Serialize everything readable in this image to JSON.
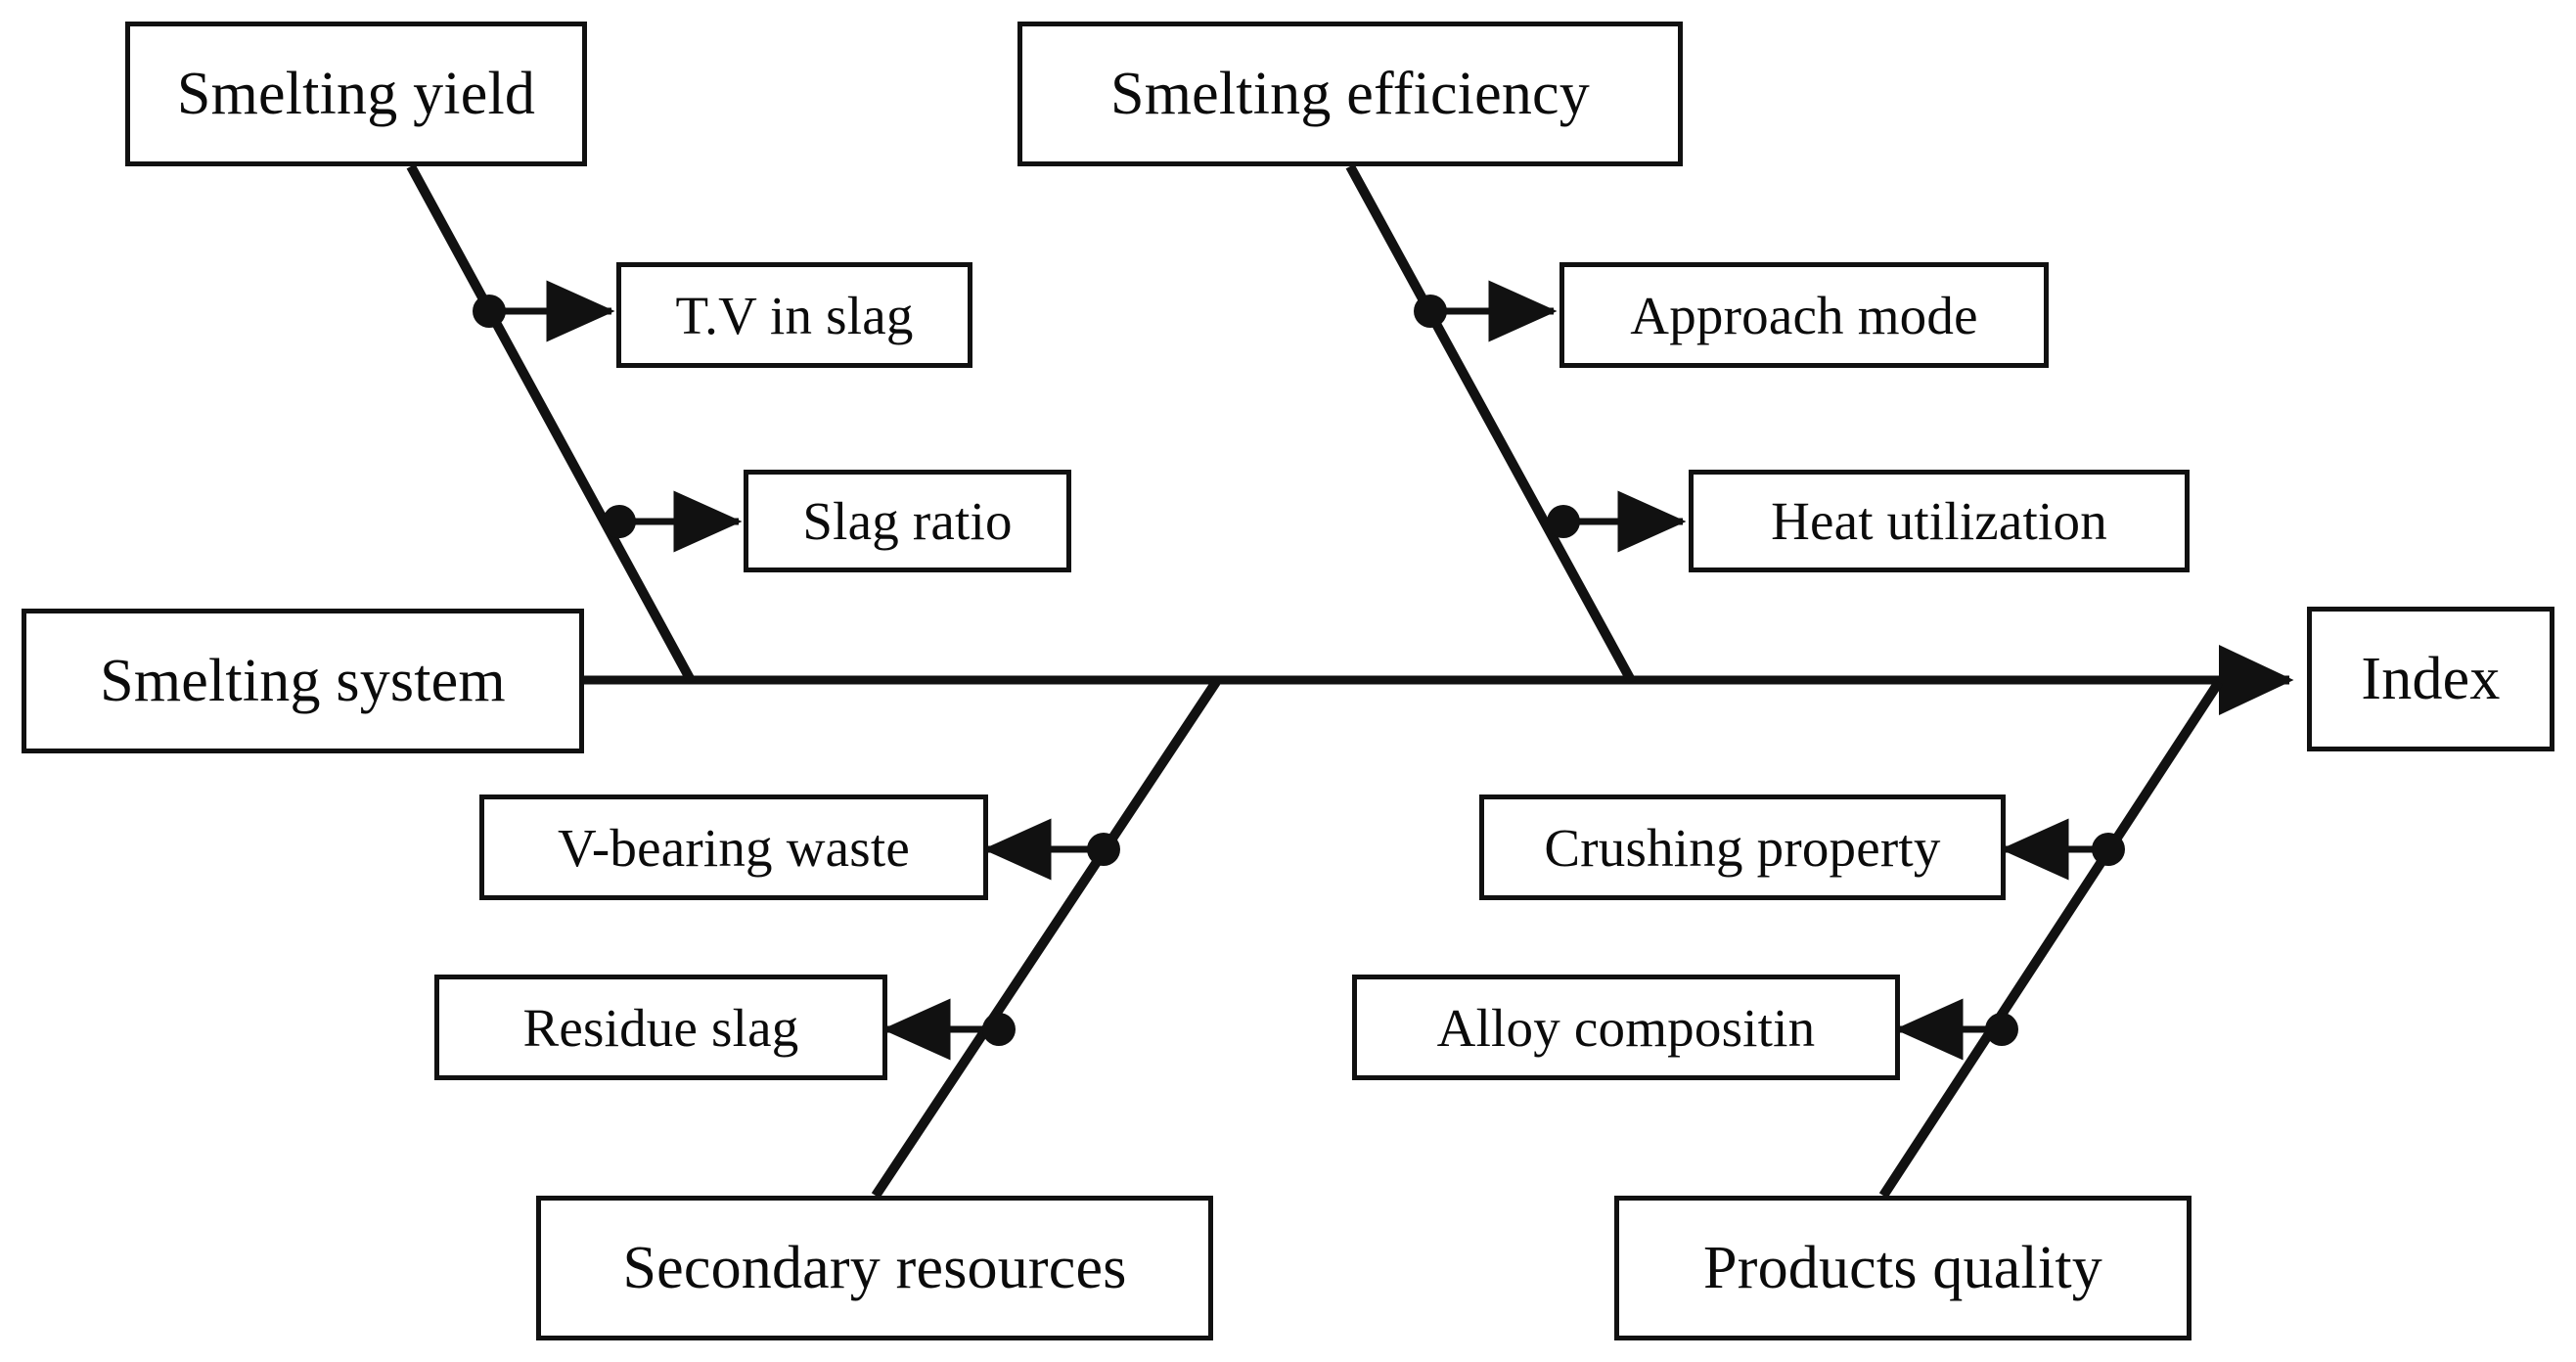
{
  "diagram": {
    "type": "fishbone-ishikawa",
    "title": "",
    "spine_label": "Smelting system",
    "head_label": "Index",
    "colors": {
      "line": "#111111",
      "box_border": "#111111",
      "box_fill": "#ffffff",
      "text": "#0b0b0b",
      "background": "#ffffff"
    },
    "categories": [
      {
        "label": "Smelting yield",
        "position": "top-left",
        "causes": [
          {
            "label": "T.V in slag",
            "arrow": "right"
          },
          {
            "label": "Slag ratio",
            "arrow": "right"
          }
        ]
      },
      {
        "label": "Smelting efficiency",
        "position": "top-right",
        "causes": [
          {
            "label": "Approach mode",
            "arrow": "right"
          },
          {
            "label": "Heat utilization",
            "arrow": "right"
          }
        ]
      },
      {
        "label": "Secondary resources",
        "position": "bottom-left",
        "causes": [
          {
            "label": "V-bearing waste",
            "arrow": "left"
          },
          {
            "label": "Residue slag",
            "arrow": "left"
          }
        ]
      },
      {
        "label": "Products quality",
        "position": "bottom-right",
        "causes": [
          {
            "label": "Crushing property",
            "arrow": "left"
          },
          {
            "label": "Alloy compositin",
            "arrow": "left"
          }
        ]
      }
    ],
    "boxes": {
      "smelting_yield": "Smelting yield",
      "tv_in_slag": "T.V in slag",
      "slag_ratio": "Slag ratio",
      "smelting_efficiency": "Smelting efficiency",
      "approach_mode": "Approach mode",
      "heat_utilization": "Heat utilization",
      "smelting_system": "Smelting system",
      "index": "Index",
      "v_bearing_waste": "V-bearing waste",
      "residue_slag": "Residue slag",
      "secondary_resources": "Secondary resources",
      "crushing_property": "Crushing property",
      "alloy_compositin": "Alloy compositin",
      "products_quality": "Products quality"
    }
  }
}
